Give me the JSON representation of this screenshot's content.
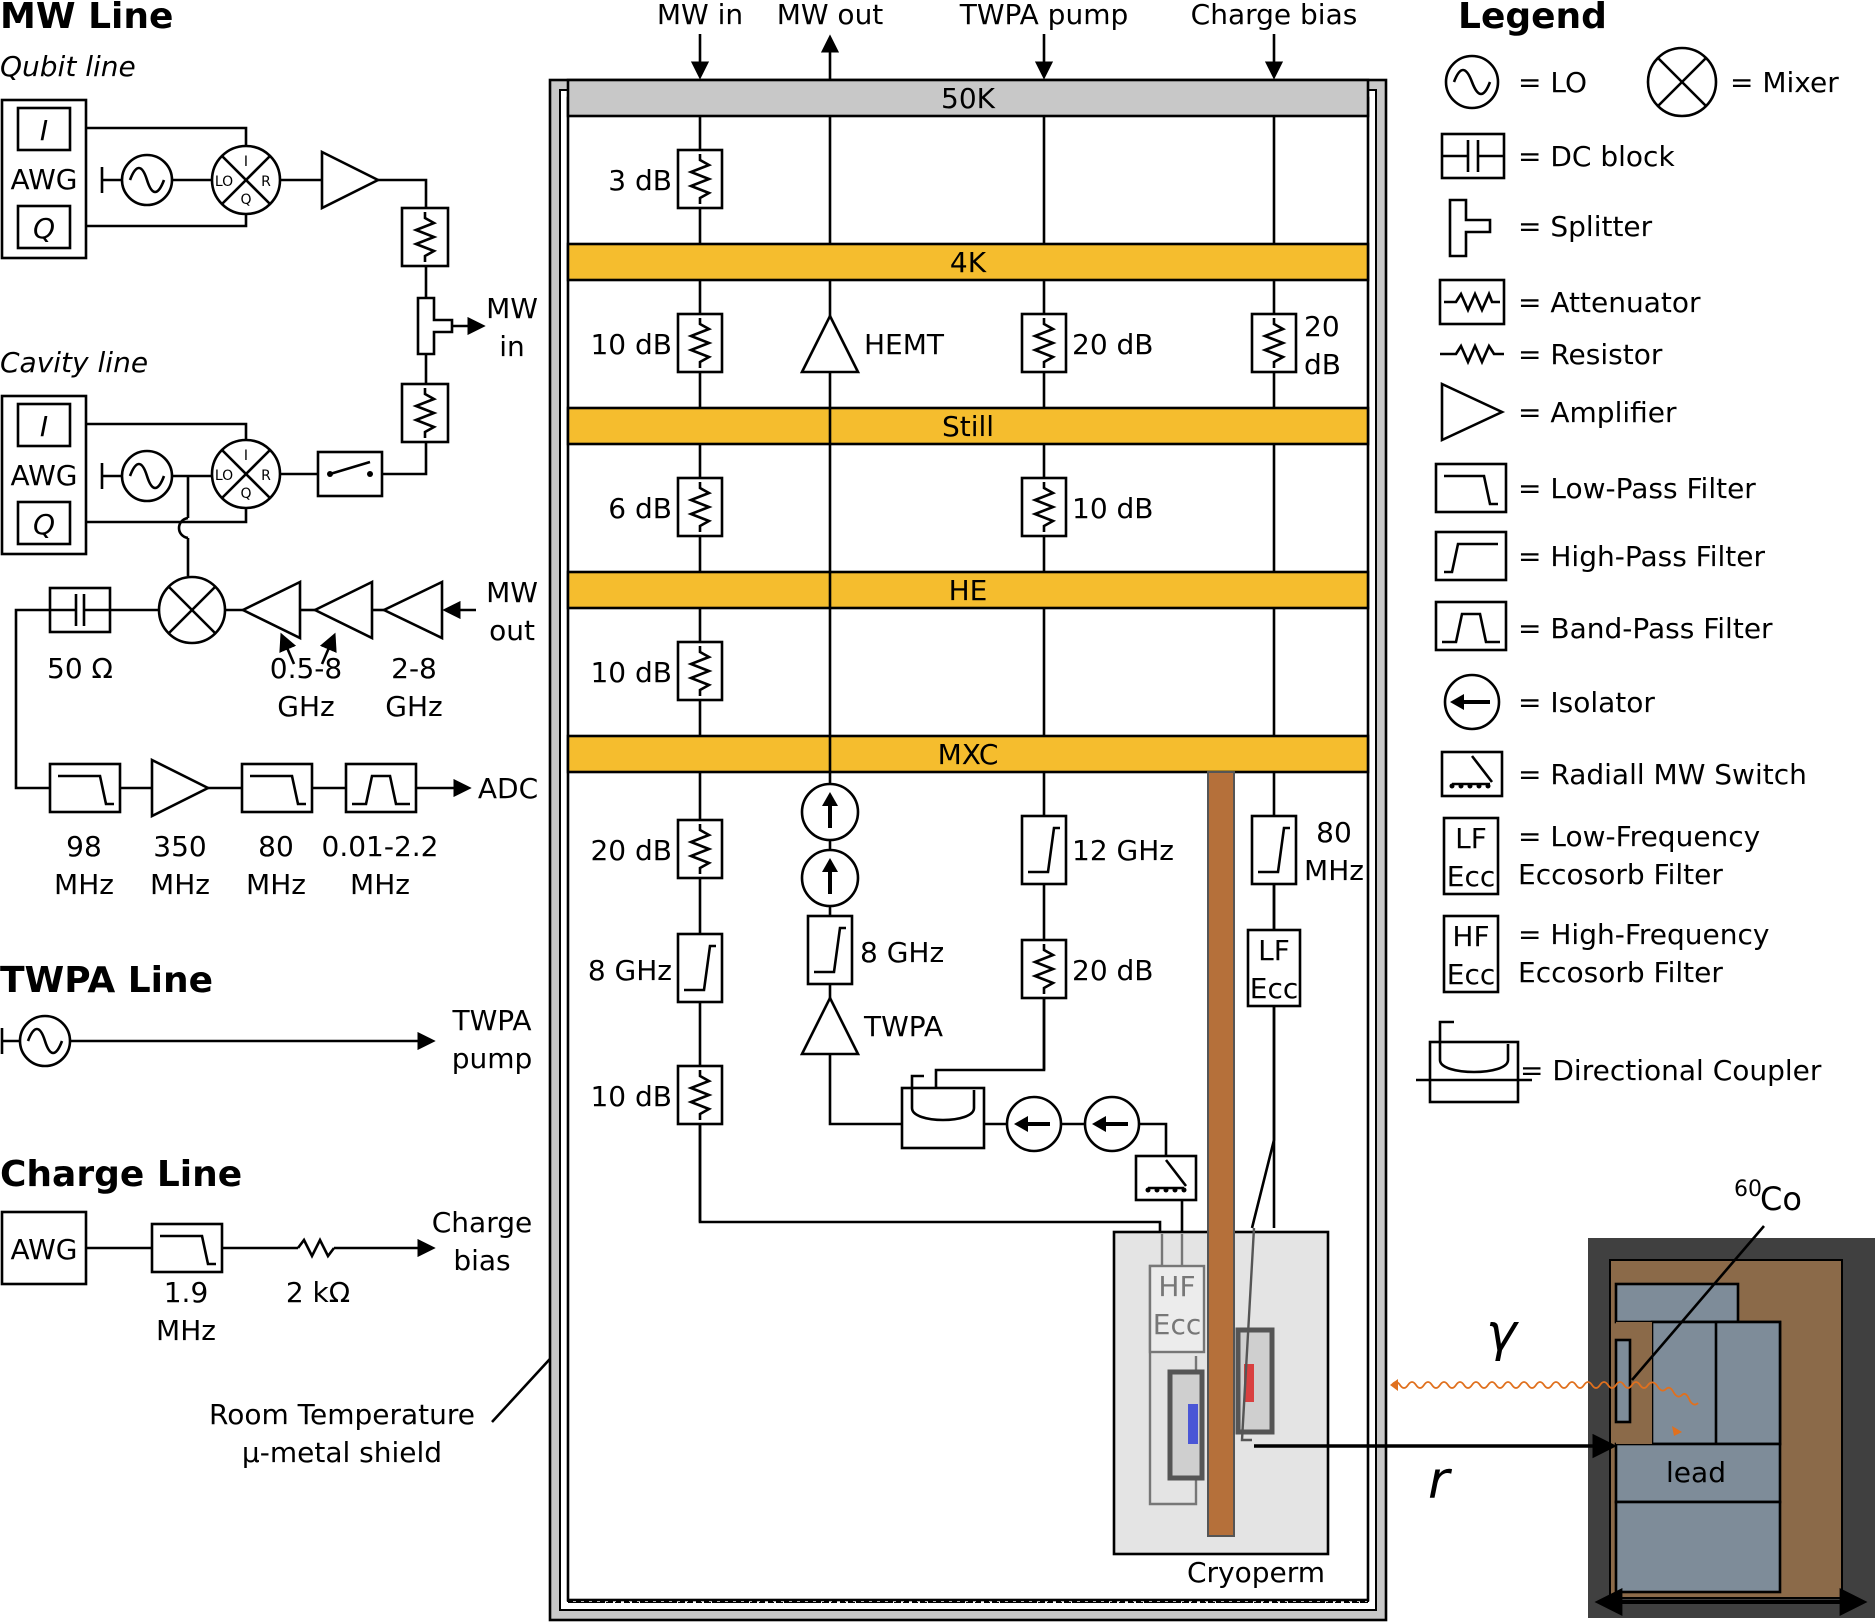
{
  "sections": {
    "mw_line": "MW Line",
    "qubit_line": "Qubit line",
    "cavity_line": "Cavity line",
    "twpa_line": "TWPA Line",
    "charge_line": "Charge Line",
    "legend": "Legend"
  },
  "rt_labels": {
    "awg": "AWG",
    "i": "I",
    "q": "Q",
    "mixer_lo": "LO",
    "mixer_i": "I",
    "mixer_q": "Q",
    "mixer_r": "R",
    "mw_in_1": "MW",
    "mw_in_2": "in",
    "mw_out_1": "MW",
    "mw_out_2": "out",
    "ohm50": "50 Ω",
    "amp1_1": "0.5-8",
    "amp1_2": "GHz",
    "amp2_1": "2-8",
    "amp2_2": "GHz",
    "adc": "ADC",
    "f98_1": "98",
    "f98_2": "MHz",
    "f350_1": "350",
    "f350_2": "MHz",
    "f80_1": "80",
    "f80_2": "MHz",
    "fbp_1": "0.01-2.2",
    "fbp_2": "MHz",
    "twpa_pump_1": "TWPA",
    "twpa_pump_2": "pump",
    "charge_bias_1": "Charge",
    "charge_bias_2": "bias",
    "f19_1": "1.9",
    "f19_2": "MHz",
    "r2k": "2 kΩ",
    "shield_1": "Room Temperature",
    "shield_2": "μ-metal shield"
  },
  "fridge": {
    "top_inputs": [
      "MW in",
      "MW out",
      "TWPA pump",
      "Charge bias"
    ],
    "stages": [
      "50K",
      "4K",
      "Still",
      "HE",
      "MXC"
    ],
    "att_3db": "3 dB",
    "att_10db_a": "10 dB",
    "hemt": "HEMT",
    "att_20db_a": "20 dB",
    "att_20_1": "20",
    "att_20_2": "dB",
    "att_6db": "6 dB",
    "att_10db_b": "10 dB",
    "att_10db_c": "10 dB",
    "att_20db_b": "20 dB",
    "lp_8ghz_a": "8 GHz",
    "att_10db_d": "10 dB",
    "lp_8ghz_b": "8 GHz",
    "twpa": "TWPA",
    "lp_12ghz": "12 GHz",
    "att_20db_c": "20 dB",
    "lp_80_1": "80",
    "lp_80_2": "MHz",
    "lf_1": "LF",
    "lf_2": "Ecc",
    "hf_1": "HF",
    "hf_2": "Ecc",
    "cryoperm": "Cryoperm"
  },
  "source": {
    "co_sup": "60",
    "co": "Co",
    "gamma": "γ",
    "r": "r",
    "lead": "lead"
  },
  "legend": {
    "lo": "= LO",
    "mixer": "= Mixer",
    "dc_block": "= DC block",
    "splitter": "= Splitter",
    "attenuator": "= Attenuator",
    "resistor": "= Resistor",
    "amplifier": "= Amplifier",
    "lpf": "= Low-Pass Filter",
    "hpf": "= High-Pass Filter",
    "bpf": "= Band-Pass Filter",
    "isolator": "= Isolator",
    "switch": "= Radiall MW Switch",
    "lf_ecc_1": "= Low-Frequency",
    "lf_ecc_2": "Eccosorb Filter",
    "hf_ecc_1": "= High-Frequency",
    "hf_ecc_2": "Eccosorb Filter",
    "coupler": "= Directional Coupler",
    "box_lf": "LF",
    "box_hf": "HF",
    "box_ecc": "Ecc"
  },
  "colors": {
    "stage": "#f5bd2e",
    "fridge_frame": "#c8c8c8",
    "cold_finger": "#b5703a",
    "lead_shield": "#8b6a49",
    "lead_blocks": "#7e8c99",
    "outer_frame": "#404040",
    "gamma_ray": "#e0701e",
    "qubit_blue": "#4a56d6",
    "qubit_red": "#d94040"
  },
  "icons": [
    "lo-icon",
    "mixer-icon",
    "dc-block-icon",
    "splitter-icon",
    "attenuator-icon",
    "resistor-icon",
    "amplifier-icon",
    "low-pass-filter-icon",
    "high-pass-filter-icon",
    "band-pass-filter-icon",
    "isolator-icon",
    "mw-switch-icon",
    "directional-coupler-icon",
    "eccosorb-filter-icon"
  ]
}
